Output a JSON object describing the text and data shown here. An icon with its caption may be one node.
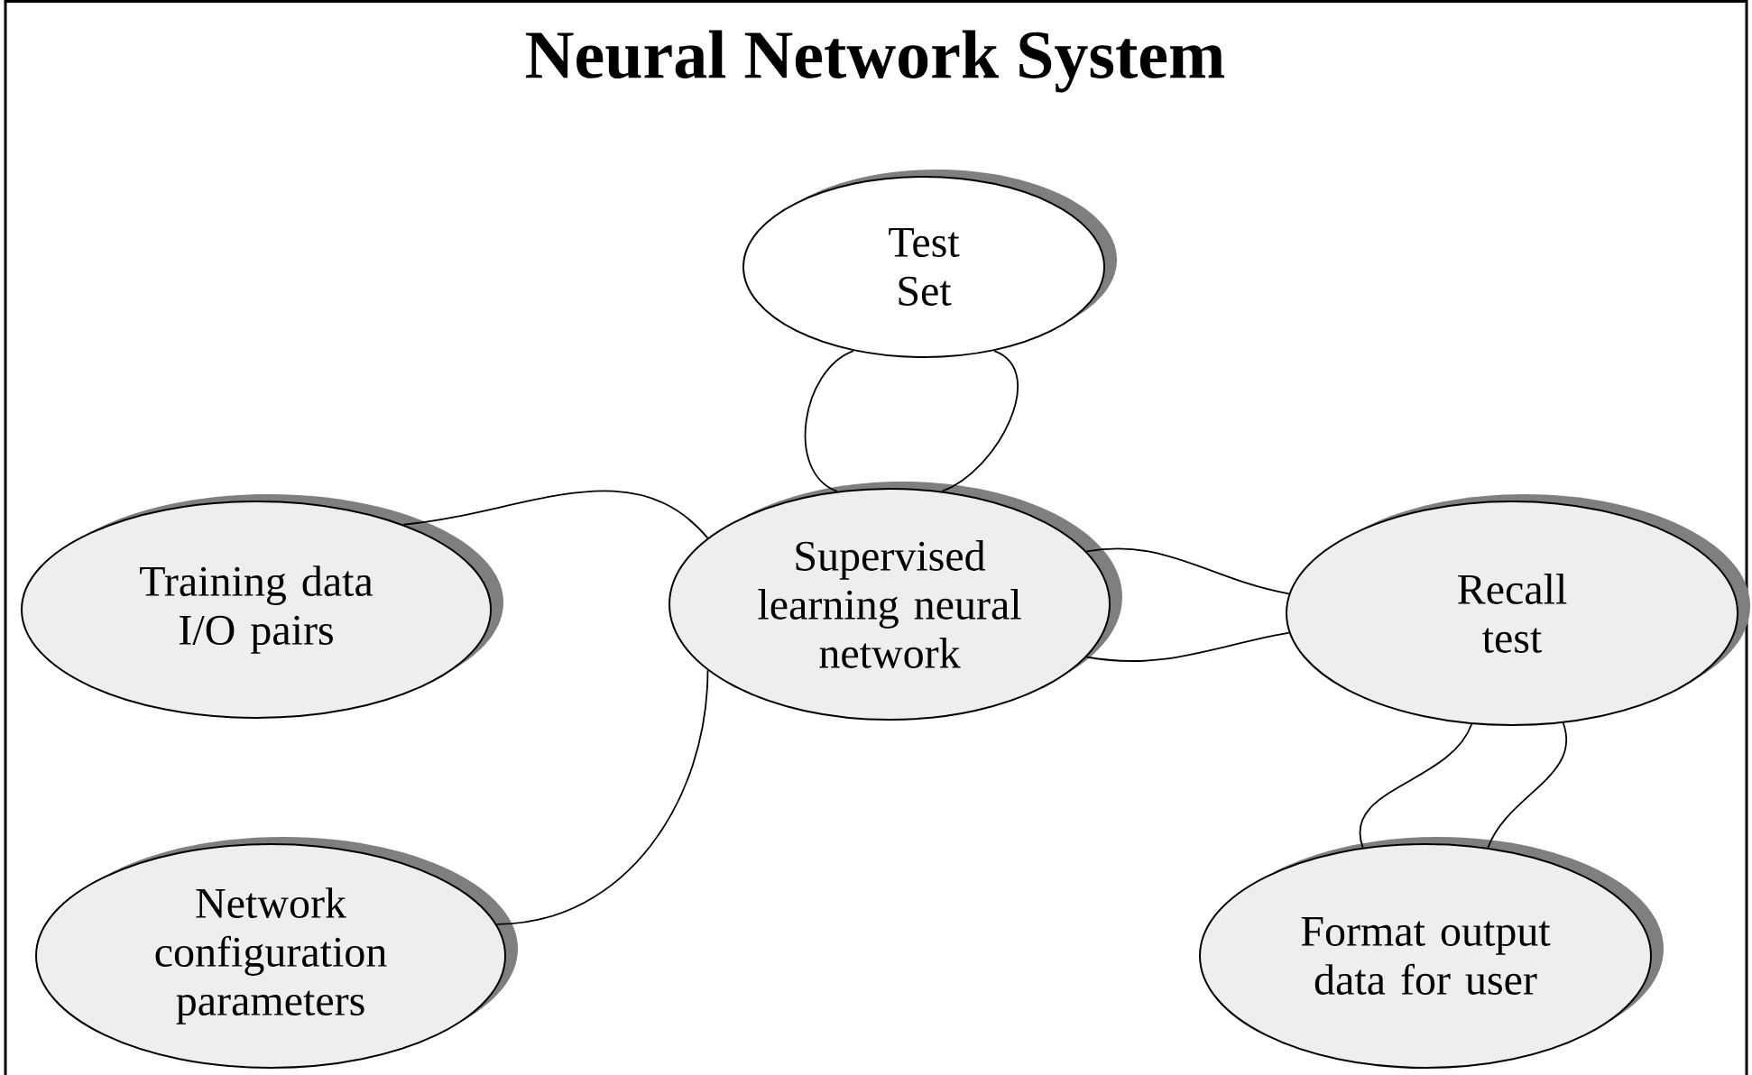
{
  "diagram": {
    "title": "Neural Network System",
    "nodes": [
      {
        "text": [
          "Test Set"
        ]
      },
      {
        "text": [
          "Training data I/O pairs"
        ]
      },
      {
        "text": [
          "Supervised learning neural network"
        ]
      },
      {
        "text": [
          "Recall test"
        ]
      },
      {
        "text": [
          "Network configuration parameters"
        ]
      },
      {
        "text": [
          "Format output data for user"
        ]
      }
    ],
    "edges": [
      {
        "from": 0,
        "to": 2,
        "arrow": "none"
      },
      {
        "from": 0,
        "to": 2,
        "arrow": "none"
      },
      {
        "from": 1,
        "to": 2,
        "arrow": "none"
      },
      {
        "from": 4,
        "to": 2,
        "arrow": "none"
      },
      {
        "from": 2,
        "to": 3,
        "arrow": "none"
      },
      {
        "from": 2,
        "to": 3,
        "arrow": "none"
      },
      {
        "from": 3,
        "to": 5,
        "arrow": "none"
      },
      {
        "from": 3,
        "to": 5,
        "arrow": "none"
      }
    ]
  }
}
